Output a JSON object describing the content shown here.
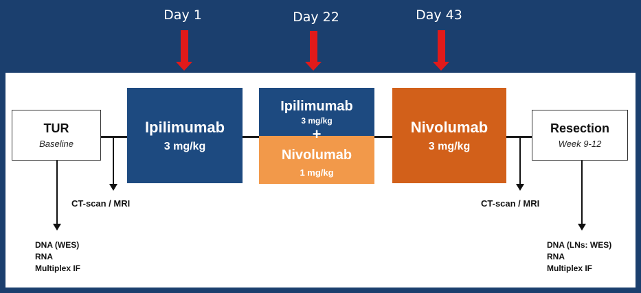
{
  "days": [
    {
      "label": "Day 1"
    },
    {
      "label": "Day 22"
    },
    {
      "label": "Day 43"
    }
  ],
  "tur": {
    "title": "TUR",
    "subtitle": "Baseline"
  },
  "resection": {
    "title": "Resection",
    "subtitle": "Week 9-12"
  },
  "phase1": {
    "drug": "Ipilimumab",
    "dose": "3 mg/kg"
  },
  "phase2": {
    "top_drug": "Ipilimumab",
    "top_dose": "3 mg/kg",
    "plus": "+",
    "bottom_drug": "Nivolumab",
    "bottom_dose": "1 mg/kg"
  },
  "phase3": {
    "drug": "Nivolumab",
    "dose": "3 mg/kg"
  },
  "scan_left": "CT-scan / MRI",
  "scan_right": "CT-scan / MRI",
  "samples_left": [
    "DNA (WES)",
    "RNA",
    "Multiplex IF"
  ],
  "samples_right": [
    "DNA (LNs: WES)",
    "RNA",
    "Multiplex IF"
  ],
  "colors": {
    "background": "#1b3f6e",
    "ipilimumab": "#1d4a80",
    "nivolumab_light": "#f2994a",
    "nivolumab_dark": "#d2601a",
    "arrow_red": "#e11a1a"
  }
}
